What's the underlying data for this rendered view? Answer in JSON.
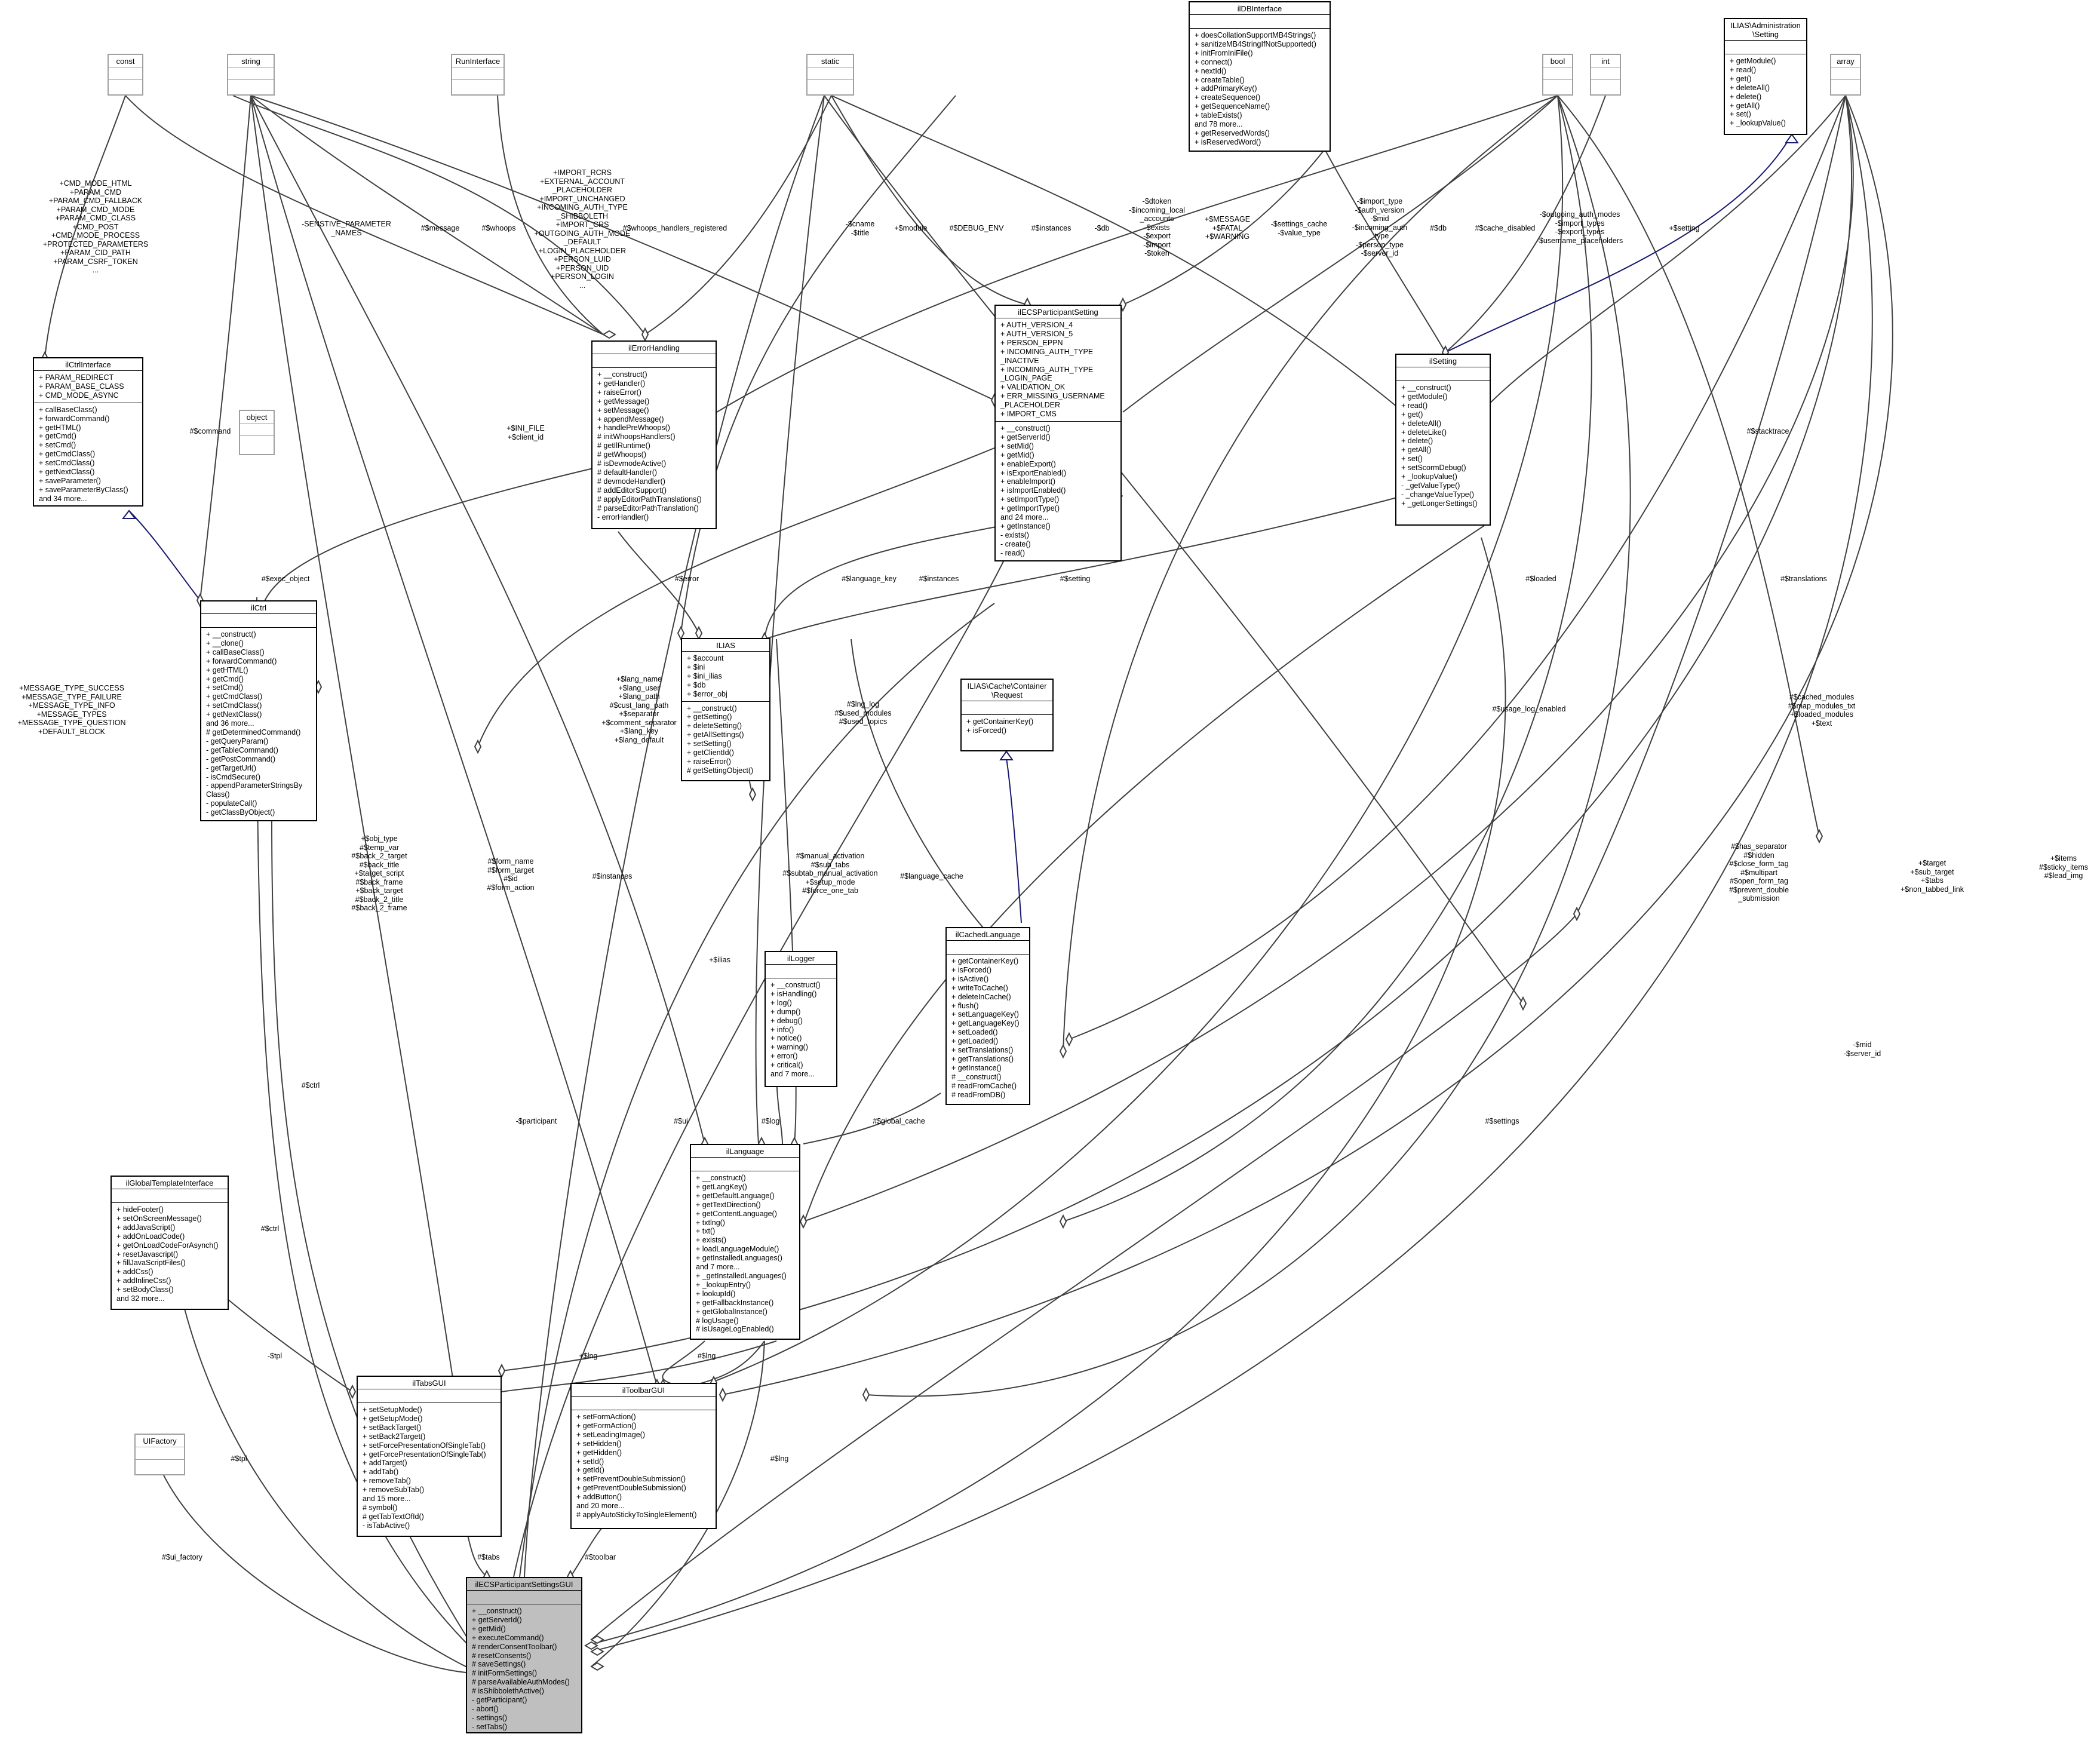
{
  "classes": {
    "const": {
      "title": "const",
      "attrs": [],
      "methods": []
    },
    "string": {
      "title": "string",
      "attrs": [],
      "methods": []
    },
    "RunInterface": {
      "title": "RunInterface",
      "attrs": [],
      "methods": []
    },
    "static": {
      "title": "static",
      "attrs": [],
      "methods": []
    },
    "ilDBInterface": {
      "title": "ilDBInterface",
      "attrs": [],
      "methods": [
        "+ doesCollationSupportMB4Strings()",
        "+ sanitizeMB4StringIfNotSupported()",
        "+ initFromIniFile()",
        "+ connect()",
        "+ nextId()",
        "+ createTable()",
        "+ addPrimaryKey()",
        "+ createSequence()",
        "+ getSequenceName()",
        "+ tableExists()",
        "and 78 more...",
        "+ getReservedWords()",
        "+ isReservedWord()"
      ]
    },
    "bool": {
      "title": "bool",
      "attrs": [],
      "methods": []
    },
    "int": {
      "title": "int",
      "attrs": [],
      "methods": []
    },
    "ILIASAdminSetting": {
      "title": "ILIAS\\Administration\n\\Setting",
      "attrs": [],
      "methods": [
        "+ getModule()",
        "+ read()",
        "+ get()",
        "+ deleteAll()",
        "+ delete()",
        "+ getAll()",
        "+ set()",
        "+ _lookupValue()"
      ]
    },
    "array": {
      "title": "array",
      "attrs": [],
      "methods": []
    },
    "ilCtrlInterface": {
      "title": "ilCtrlInterface",
      "attrs": [
        "+ PARAM_REDIRECT",
        "+ PARAM_BASE_CLASS",
        "+ CMD_MODE_ASYNC"
      ],
      "methods": [
        "+ callBaseClass()",
        "+ forwardCommand()",
        "+ getHTML()",
        "+ getCmd()",
        "+ setCmd()",
        "+ getCmdClass()",
        "+ setCmdClass()",
        "+ getNextClass()",
        "+ saveParameter()",
        "+ saveParameterByClass()",
        "and 34 more..."
      ]
    },
    "object": {
      "title": "object",
      "attrs": [],
      "methods": []
    },
    "ilErrorHandling": {
      "title": "ilErrorHandling",
      "attrs": [],
      "methods": [
        "+ __construct()",
        "+ getHandler()",
        "+ raiseError()",
        "+ getMessage()",
        "+ setMessage()",
        "+ appendMessage()",
        "+ handlePreWhoops()",
        "# initWhoopsHandlers()",
        "# getIlRuntime()",
        "# getWhoops()",
        "# isDevmodeActive()",
        "# defaultHandler()",
        "# devmodeHandler()",
        "# addEditorSupport()",
        "# applyEditorPathTranslations()",
        "# parseEditorPathTranslation()",
        "- errorHandler()"
      ]
    },
    "ilECSParticipantSetting": {
      "title": "ilECSParticipantSetting",
      "attrs": [
        "+ AUTH_VERSION_4",
        "+ AUTH_VERSION_5",
        "+ PERSON_EPPN",
        "+ INCOMING_AUTH_TYPE\n_INACTIVE",
        "+ INCOMING_AUTH_TYPE\n_LOGIN_PAGE",
        "+ VALIDATION_OK",
        "+ ERR_MISSING_USERNAME\n_PLACEHOLDER",
        "+ IMPORT_CMS"
      ],
      "methods": [
        "+ __construct()",
        "+ getServerId()",
        "+ setMid()",
        "+ getMid()",
        "+ enableExport()",
        "+ isExportEnabled()",
        "+ enableImport()",
        "+ isImportEnabled()",
        "+ setImportType()",
        "+ getImportType()",
        "and 24 more...",
        "+ getInstance()",
        "- exists()",
        "- create()",
        "- read()"
      ]
    },
    "ilSetting": {
      "title": "ilSetting",
      "attrs": [],
      "methods": [
        "+ __construct()",
        "+ getModule()",
        "+ read()",
        "+ get()",
        "+ deleteAll()",
        "+ deleteLike()",
        "+ delete()",
        "+ getAll()",
        "+ set()",
        "+ setScormDebug()",
        "+ _lookupValue()",
        "- _getValueType()",
        "- _changeValueType()",
        "+ _getLongerSettings()"
      ]
    },
    "ilCtrl": {
      "title": "ilCtrl",
      "attrs": [],
      "methods": [
        "+ __construct()",
        "+ __clone()",
        "+ callBaseClass()",
        "+ forwardCommand()",
        "+ getHTML()",
        "+ getCmd()",
        "+ setCmd()",
        "+ getCmdClass()",
        "+ setCmdClass()",
        "+ getNextClass()",
        "and 36 more...",
        "# getDeterminedCommand()",
        "- getQueryParam()",
        "- getTableCommand()",
        "- getPostCommand()",
        "- getTargetUrl()",
        "- isCmdSecure()",
        "- appendParameterStringsBy\nClass()",
        "- populateCall()",
        "- getClassByObject()"
      ]
    },
    "ILIAS": {
      "title": "ILIAS",
      "attrs": [
        "+ $account",
        "+ $ini",
        "+ $ini_ilias",
        "+ $db",
        "+ $error_obj"
      ],
      "methods": [
        "+ __construct()",
        "+ getSetting()",
        "+ deleteSetting()",
        "+ getAllSettings()",
        "+ setSetting()",
        "+ getClientId()",
        "+ raiseError()",
        "# getSettingObject()"
      ]
    },
    "ILIASCacheRequest": {
      "title": "ILIAS\\Cache\\Container\n\\Request",
      "attrs": [],
      "methods": [
        "+ getContainerKey()",
        "+ isForced()"
      ]
    },
    "ilLogger": {
      "title": "ilLogger",
      "attrs": [],
      "methods": [
        "+ __construct()",
        "+ isHandling()",
        "+ log()",
        "+ dump()",
        "+ debug()",
        "+ info()",
        "+ notice()",
        "+ warning()",
        "+ error()",
        "+ critical()",
        "and 7 more..."
      ]
    },
    "ilCachedLanguage": {
      "title": "ilCachedLanguage",
      "attrs": [],
      "methods": [
        "+ getContainerKey()",
        "+ isForced()",
        "+ isActive()",
        "+ writeToCache()",
        "+ deleteInCache()",
        "+ flush()",
        "+ setLanguageKey()",
        "+ getLanguageKey()",
        "+ setLoaded()",
        "+ getLoaded()",
        "+ setTranslations()",
        "+ getTranslations()",
        "+ getInstance()",
        "# __construct()",
        "# readFromCache()",
        "# readFromDB()"
      ]
    },
    "ilLanguage": {
      "title": "ilLanguage",
      "attrs": [],
      "methods": [
        "+ __construct()",
        "+ getLangKey()",
        "+ getDefaultLanguage()",
        "+ getTextDirection()",
        "+ getContentLanguage()",
        "+ txtlng()",
        "+ txt()",
        "+ exists()",
        "+ loadLanguageModule()",
        "+ getInstalledLanguages()",
        "and 7 more...",
        "+ _getInstalledLanguages()",
        "+ _lookupEntry()",
        "+ lookupId()",
        "+ getFallbackInstance()",
        "+ getGlobalInstance()",
        "# logUsage()",
        "# isUsageLogEnabled()"
      ]
    },
    "ilGlobalTemplateInterface": {
      "title": "ilGlobalTemplateInterface",
      "attrs": [],
      "methods": [
        "+ hideFooter()",
        "+ setOnScreenMessage()",
        "+ addJavaScript()",
        "+ addOnLoadCode()",
        "+ getOnLoadCodeForAsynch()",
        "+ resetJavascript()",
        "+ fillJavaScriptFiles()",
        "+ addCss()",
        "+ addInlineCss()",
        "+ setBodyClass()",
        "and 32 more..."
      ]
    },
    "ilTabsGUI": {
      "title": "ilTabsGUI",
      "attrs": [],
      "methods": [
        "+ setSetupMode()",
        "+ getSetupMode()",
        "+ setBackTarget()",
        "+ setBack2Target()",
        "+ setForcePresentationOfSingleTab()",
        "+ getForcePresentationOfSingleTab()",
        "+ addTarget()",
        "+ addTab()",
        "+ removeTab()",
        "+ removeSubTab()",
        "and 15 more...",
        "# symbol()",
        "# getTabTextOfId()",
        "- isTabActive()"
      ]
    },
    "ilToolbarGUI": {
      "title": "ilToolbarGUI",
      "attrs": [],
      "methods": [
        "+ setFormAction()",
        "+ getFormAction()",
        "+ setLeadingImage()",
        "+ setHidden()",
        "+ getHidden()",
        "+ setId()",
        "+ getId()",
        "+ setPreventDoubleSubmission()",
        "+ getPreventDoubleSubmission()",
        "+ addButton()",
        "and 20 more...",
        "# applyAutoStickyToSingleElement()"
      ]
    },
    "UIFactory": {
      "title": "UIFactory",
      "attrs": [],
      "methods": []
    },
    "ilECSParticipantSettingsGUI": {
      "title": "ilECSParticipantSettingsGUI",
      "attrs": [],
      "methods": [
        "+ __construct()",
        "+ getServerId()",
        "+ getMid()",
        "+ executeCommand()",
        "# renderConsentToolbar()",
        "# resetConsents()",
        "# saveSettings()",
        "# initFormSettings()",
        "# parseAvailableAuthModes()",
        "# isShibbolethActive()",
        "- getParticipant()",
        "- abort()",
        "- settings()",
        "- setTabs()"
      ]
    }
  },
  "edge_labels": {
    "ctrl_consts": "+CMD_MODE_HTML\n+PARAM_CMD\n+PARAM_CMD_FALLBACK\n+PARAM_CMD_MODE\n+PARAM_CMD_CLASS\n+CMD_POST\n+CMD_MODE_PROCESS\n+PROTECTED_PARAMETERS\n+PARAM_CID_PATH\n+PARAM_CSRF_TOKEN\n...",
    "sensitive": "-SENSTIVE_PARAMETER\n_NAMES",
    "message": "#$message",
    "whoops": "#$whoops",
    "import_consts": "+IMPORT_RCRS\n+EXTERNAL_ACCOUNT\n_PLACEHOLDER\n+IMPORT_UNCHANGED\n+INCOMING_AUTH_TYPE\n_SHIBBOLETH\n+IMPORT_CRS\n+OUTGOING_AUTH_MODE\n_DEFAULT\n+LOGIN_PLACEHOLDER\n+PERSON_LUID\n+PERSON_UID\n+PERSON_LOGIN\n...",
    "whoops_reg": "#$whoops_handlers_registered",
    "cname": "-$cname\n-$title",
    "module": "+$module",
    "debug_env": "#$DEBUG_ENV",
    "instances": "#$instances",
    "db": "-$db",
    "dtoken": "-$dtoken\n-$incoming_local\n_accounts\n-$exists\n-$export\n-$import\n-$token",
    "msg_fatal": "+$MESSAGE\n+$FATAL\n+$WARNING",
    "settings_cache": "-$settings_cache\n-$value_type",
    "import_type": "-$import_type\n-$auth_version\n-$mid\n-$incoming_auth\n_type\n-$person_type\n-$server_id",
    "db2": "#$db",
    "cache_disabled": "#$cache_disabled",
    "outgoing": "-$outgoing_auth_modes\n-$import_types\n-$export_types\n-$username_placeholders",
    "setting_ilias": "+$setting",
    "command": "#$command",
    "ini_file": "+$INI_FILE\n+$client_id",
    "exec_object": "#$exec_object",
    "error": "#$error",
    "language_key": "#$language_key",
    "instances2": "#$instances",
    "setting2": "#$setting",
    "stacktrace": "#$stacktrace",
    "loaded": "#$loaded",
    "translations": "#$translations",
    "msg_types": "+MESSAGE_TYPE_SUCCESS\n+MESSAGE_TYPE_FAILURE\n+MESSAGE_TYPE_INFO\n+MESSAGE_TYPES\n+MESSAGE_TYPE_QUESTION\n+DEFAULT_BLOCK",
    "lang_name": "+$lang_name\n+$lang_user\n+$lang_path\n#$cust_lang_path\n+$separator\n+$comment_separator\n+$lang_key\n+$lang_default",
    "lng_log": "#$lng_log\n#$used_modules\n#$used_topics",
    "usage_log": "#$usage_log_enabled",
    "cached_modules": "#$cached_modules\n#$map_modules_txt\n+$loaded_modules\n+$text",
    "obj_type": "+$obj_type\n#$temp_var\n#$back_2_target\n#$back_title\n+$target_script\n#$back_frame\n+$back_target\n#$back_2_title\n#$back_2_frame",
    "manual_activation": "#$manual_activation\n#$sub_tabs\n#$subtab_manual_activation\n+$setup_mode\n#$force_one_tab",
    "form_name": "#$form_name\n#$form_target\n#$id\n#$form_action",
    "instances3": "#$instances",
    "language_cache": "#$language_cache",
    "has_separator": "#$has_separator\n#$hidden\n#$close_form_tag\n#$multipart\n#$open_form_tag\n#$prevent_double\n_submission",
    "target_sub": "+$target\n+$sub_target\n+$tabs\n+$non_tabbed_link",
    "items": "+$items\n#$sticky_items\n#$lead_img",
    "ilias": "+$ilias",
    "ctrl": "#$ctrl",
    "participant": "-$participant",
    "ui": "#$ui",
    "log": "#$log",
    "global_cache": "#$global_cache",
    "mid_server": "-$mid\n-$server_id",
    "settings": "#$settings",
    "ctrl2": "#$ctrl",
    "tpl": "-$tpl",
    "lng": "+$lng",
    "lng2": "#$lng",
    "lng3": "#$lng",
    "tpl2": "#$tpl",
    "ui_factory": "#$ui_factory",
    "tabs": "#$tabs",
    "toolbar": "#$toolbar"
  }
}
